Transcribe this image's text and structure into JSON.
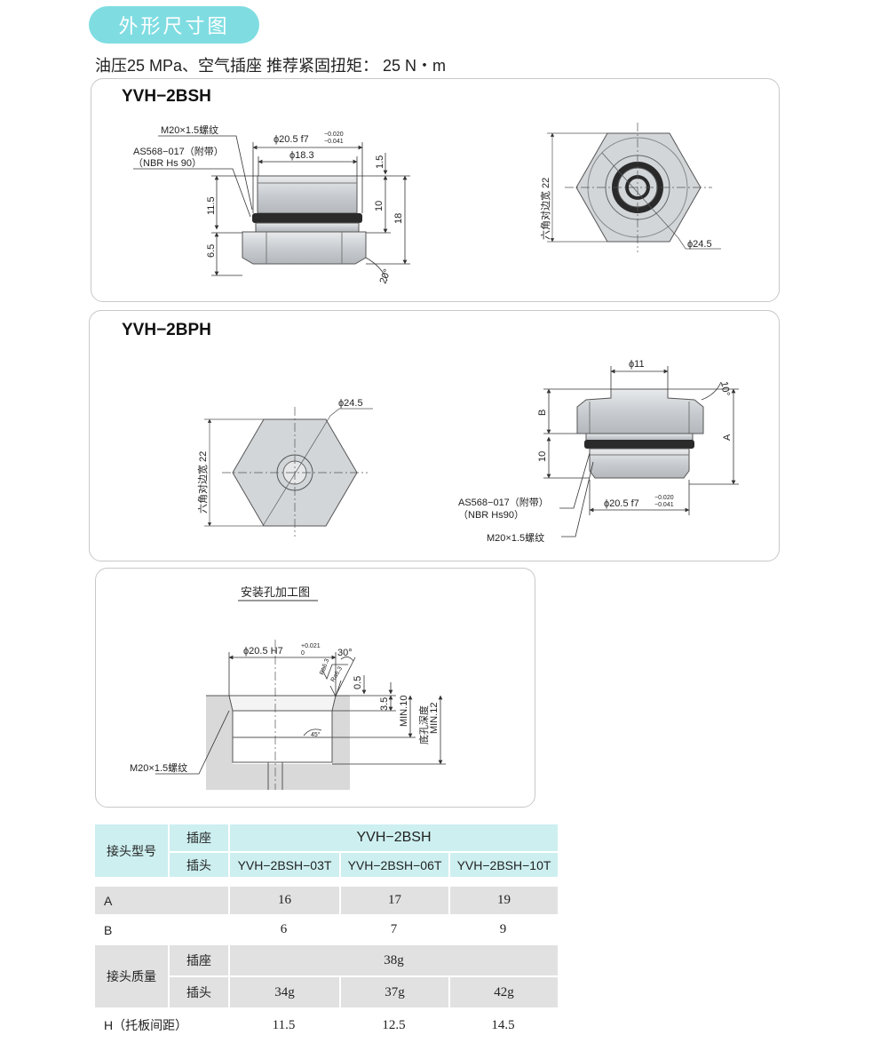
{
  "header": {
    "section_title": "外形尺寸图",
    "subtitle": "油压25 MPa、空气插座  推荐紧固扭矩： 25 N・m"
  },
  "panel_bsh": {
    "title": "YVH−2BSH",
    "labels": {
      "thread": "M20×1.5螺纹",
      "oring": "AS568−017（附带）",
      "nbr": "（NBR Hs 90）",
      "d_outer": "ϕ20.5  f7",
      "tol_up": "−0.020",
      "tol_dn": "−0.041",
      "d_inner": "ϕ18.3",
      "h_1_5": "1.5",
      "h_11_5": "11.5",
      "h_10": "10",
      "h_18": "18",
      "h_6_5": "6.5",
      "angle": "20°",
      "hex_width": "六角对边宽  22",
      "d_hex": "ϕ24.5"
    }
  },
  "panel_bph": {
    "title": "YVH−2BPH",
    "labels": {
      "d_hex": "ϕ24.5",
      "hex_width": "六角对边宽  22",
      "d_11": "ϕ11",
      "angle": "10°",
      "dim_b": "B",
      "dim_a": "A",
      "h_10": "10",
      "oring": "AS568−017（附带）",
      "nbr": "（NBR Hs90）",
      "d_outer": "ϕ20.5  f7",
      "tol_up": "−0.020",
      "tol_dn": "−0.041",
      "thread": "M20×1.5螺纹"
    }
  },
  "panel_hole": {
    "title": "安装孔加工图",
    "labels": {
      "d_hole": "ϕ20.5  H7",
      "tol_up": "+0.021",
      "tol_dn": "0",
      "angle30": "30°",
      "ra1": "Ra6.3",
      "ra2": "Ra6.3",
      "h_0_5": "0.5",
      "h_3_5": "3.5",
      "min10": "MIN.10",
      "depth": "底孔深度",
      "min12": "MIN.12",
      "angle45": "45°",
      "thread": "M20×1.5螺纹"
    }
  },
  "table": {
    "joint_model": "接头型号",
    "socket": "插座",
    "plug": "插头",
    "socket_model": "YVH−2BSH",
    "plug_models": [
      "YVH−2BSH−03T",
      "YVH−2BSH−06T",
      "YVH−2BSH−10T"
    ],
    "row_a": {
      "label": "A",
      "values": [
        "16",
        "17",
        "19"
      ]
    },
    "row_b": {
      "label": "B",
      "values": [
        "6",
        "7",
        "9"
      ]
    },
    "mass_label": "接头质量",
    "mass_socket_label": "插座",
    "mass_socket": "38g",
    "mass_plug_label": "插头",
    "mass_plug": [
      "34g",
      "37g",
      "42g"
    ],
    "row_h": {
      "label": "H（托板间距）",
      "values": [
        "11.5",
        "12.5",
        "14.5"
      ]
    }
  }
}
